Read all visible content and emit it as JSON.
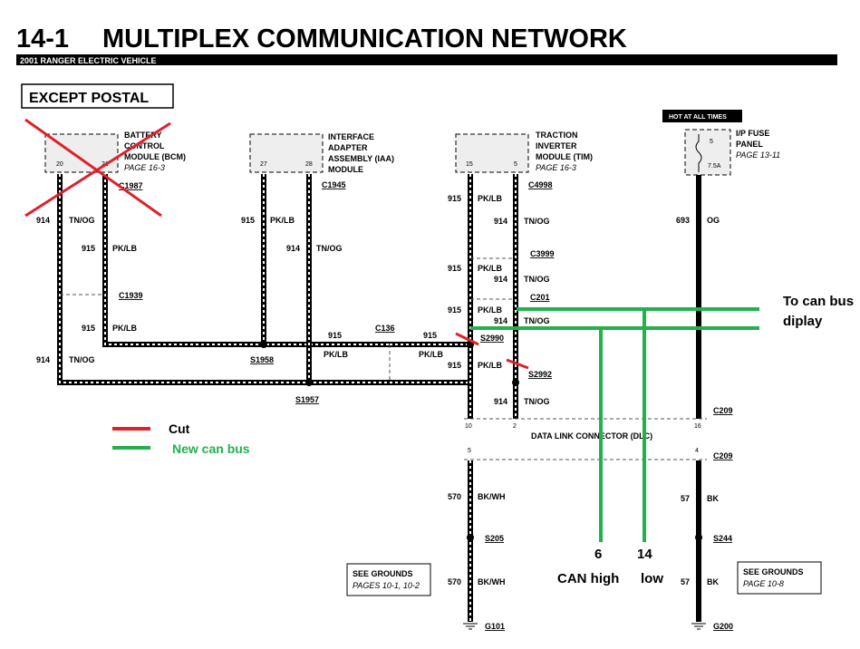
{
  "header": {
    "section_number": "14-1",
    "title": "MULTIPLEX COMMUNICATION NETWORK",
    "subtitle": "2001 RANGER ELECTRIC VEHICLE",
    "variant": "EXCEPT POSTAL"
  },
  "modules": {
    "bcm": {
      "l1": "BATTERY",
      "l2": "CONTROL",
      "l3": "MODULE (BCM)",
      "page": "PAGE 16-3",
      "pin_a": "20",
      "pin_b": "21",
      "connector": "C1987"
    },
    "iaa": {
      "l1": "INTERFACE",
      "l2": "ADAPTER",
      "l3": "ASSEMBLY (IAA)",
      "l4": "MODULE",
      "pin_a": "27",
      "pin_b": "28",
      "connector": "C1945"
    },
    "tim": {
      "l1": "TRACTION",
      "l2": "INVERTER",
      "l3": "MODULE (TIM)",
      "page": "PAGE 16-3",
      "pin_a": "15",
      "pin_b": "5",
      "connector": "C4998"
    },
    "fuse": {
      "hot": "HOT AT ALL TIMES",
      "l1": "I/P FUSE",
      "l2": "PANEL",
      "page": "PAGE 13-11",
      "fuse_no": "5",
      "rating": "7.5A"
    }
  },
  "wires": {
    "c914": "914",
    "c915": "915",
    "c693": "693",
    "c570": "570",
    "c57": "57",
    "tn_og": "TN/OG",
    "pk_lb": "PK/LB",
    "og": "OG",
    "bk_wh": "BK/WH",
    "bk": "BK"
  },
  "connectors": {
    "c1939": "C1939",
    "c136": "C136",
    "c3999": "C3999",
    "c201": "C201",
    "c209": "C209",
    "s1958": "S1958",
    "s1957": "S1957",
    "s2990": "S2990",
    "s2992": "S2992",
    "s205": "S205",
    "s244": "S244",
    "g101": "G101",
    "g200": "G200"
  },
  "dlc": {
    "label": "DATA LINK CONNECTOR (DLC)",
    "pin_10": "10",
    "pin_2": "2",
    "pin_16": "16",
    "pin_5": "5",
    "pin_4": "4"
  },
  "grounds": {
    "left": {
      "title": "SEE GROUNDS",
      "pages": "PAGES 10-1, 10-2"
    },
    "right": {
      "title": "SEE GROUNDS",
      "pages": "PAGE 10-8"
    }
  },
  "legend": {
    "cut": "Cut",
    "new": "New can bus"
  },
  "annotations": {
    "to_can_1": "To can bus",
    "to_can_2": "diplay",
    "pin6": "6",
    "pin14": "14",
    "can_high": "CAN high",
    "low": "low"
  },
  "colors": {
    "cut": "#e0202a",
    "new_can_bus": "#22b14c"
  }
}
